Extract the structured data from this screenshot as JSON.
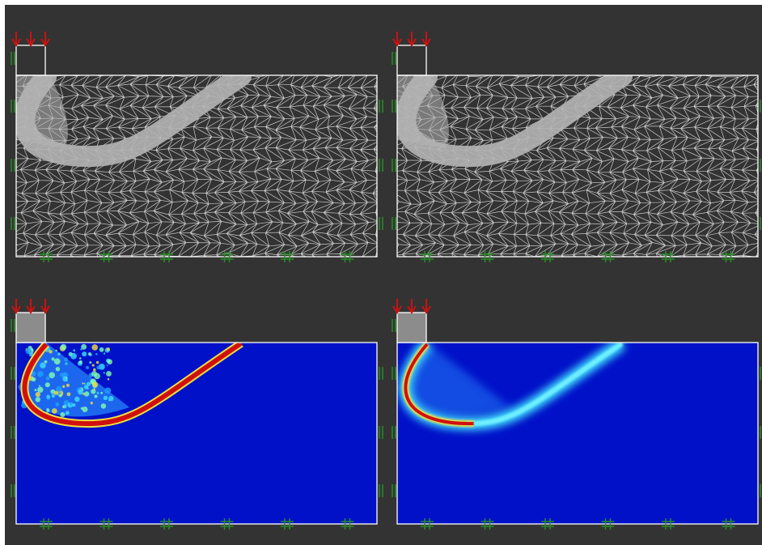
{
  "viewport": {
    "background": "#333333",
    "frame": "#ffffff"
  },
  "colors": {
    "mesh_line": "#e6e6e6",
    "mesh_dense": "#b4b4b4",
    "load_arrow": "#cc1111",
    "support_marker": "#2a8c2a",
    "footing_fill": "#8c8c8c",
    "field_base": "#0011c8",
    "field_band_red": "#d01010",
    "field_band_yellow": "#f0e040",
    "field_band_cyan": "#40e0ff"
  },
  "panels": [
    {
      "id": "mesh-left",
      "kind": "mesh"
    },
    {
      "id": "mesh-right",
      "kind": "mesh"
    },
    {
      "id": "field-left",
      "kind": "field",
      "style": "noisy"
    },
    {
      "id": "field-right",
      "kind": "field",
      "style": "smooth"
    }
  ],
  "icons": [
    "load-arrow-icon",
    "roller-support-icon",
    "pin-support-icon"
  ]
}
